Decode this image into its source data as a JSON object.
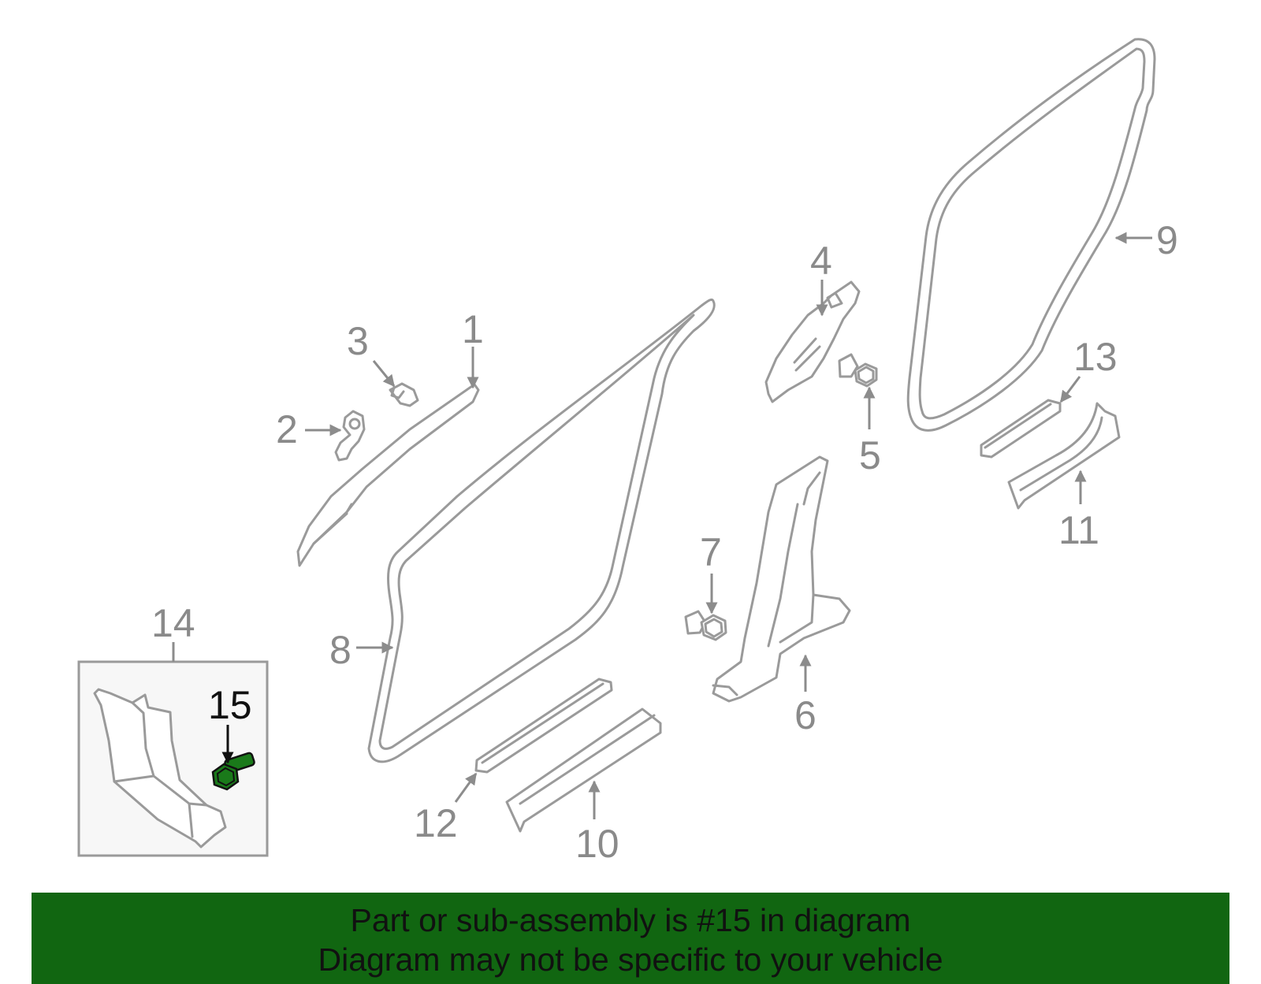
{
  "diagram": {
    "callouts": [
      "1",
      "2",
      "3",
      "4",
      "5",
      "6",
      "7",
      "8",
      "9",
      "10",
      "11",
      "12",
      "13",
      "14",
      "15"
    ],
    "highlighted_part": "15",
    "highlight_color": "#1a7a1a",
    "part_color": "#9a9a9a"
  },
  "footer": {
    "line1": "Part or sub-assembly is #15 in diagram",
    "line2": "Diagram may not be specific to your vehicle",
    "background": "#116611"
  }
}
